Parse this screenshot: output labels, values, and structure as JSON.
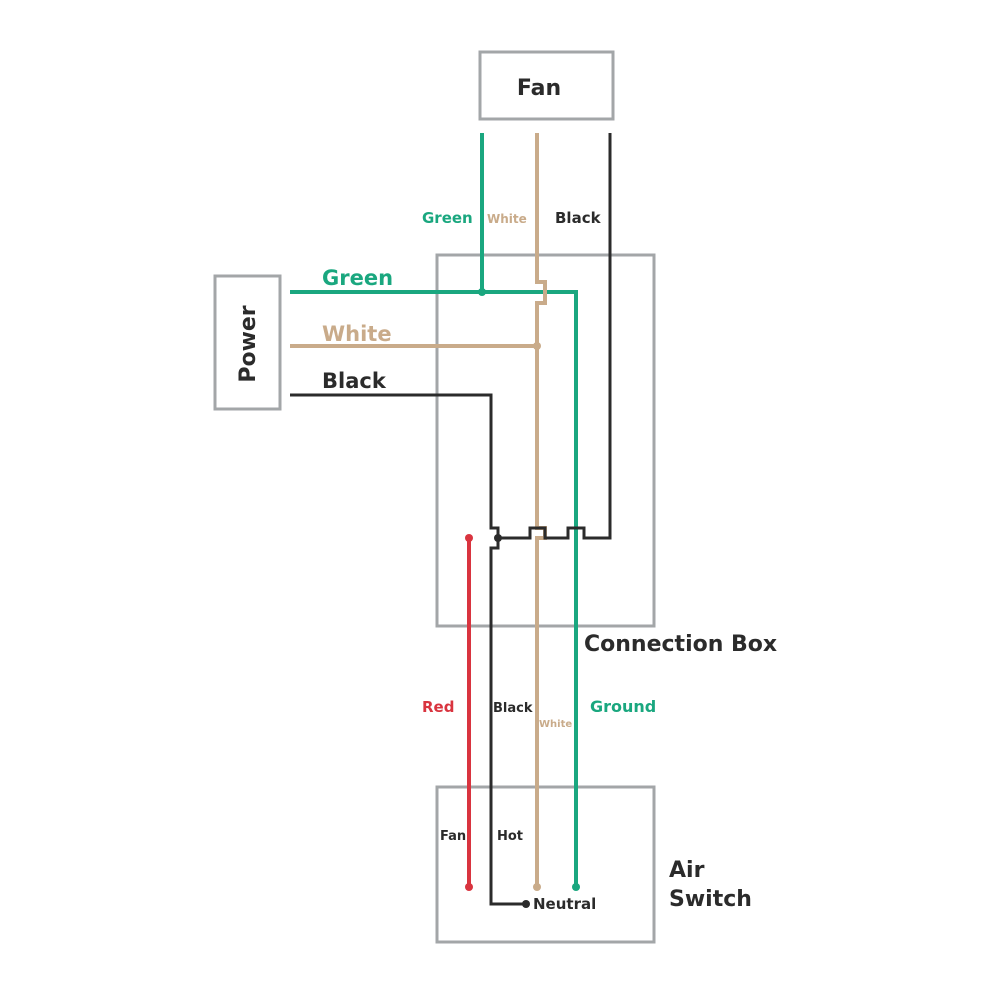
{
  "colors": {
    "green": "#1aa77f",
    "white_wire": "#c9ab8a",
    "black": "#2b2b2b",
    "red": "#d9343f",
    "box": "#a3a6a8"
  },
  "boxes": {
    "fan": "Fan",
    "power": "Power",
    "connection_box": "Connection Box",
    "air_switch_line1": "Air",
    "air_switch_line2": "Switch"
  },
  "fan_wires": {
    "green": "Green",
    "white": "White",
    "black": "Black"
  },
  "power_wires": {
    "green": "Green",
    "white": "White",
    "black": "Black"
  },
  "switch_wires": {
    "red": "Red",
    "black": "Black",
    "white": "White",
    "ground": "Ground"
  },
  "terminals": {
    "fan": "Fan",
    "hot": "Hot",
    "neutral": "Neutral"
  }
}
